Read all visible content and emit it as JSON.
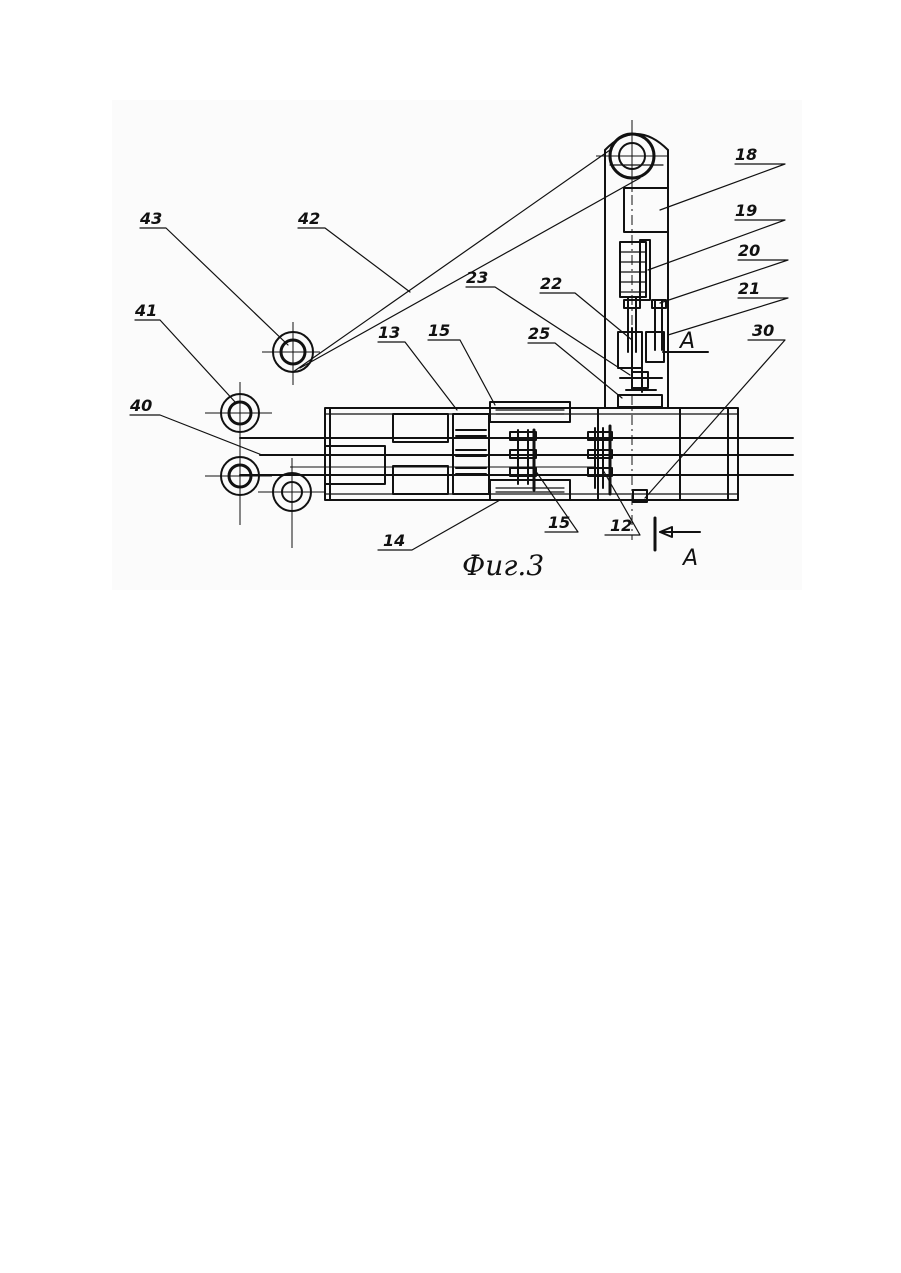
{
  "figure": {
    "caption": "Фиг.3",
    "section_marker": "А",
    "labels": {
      "l12": "12",
      "l13": "13",
      "l14": "14",
      "l15a": "15",
      "l15b": "15",
      "l18": "18",
      "l19": "19",
      "l20": "20",
      "l21": "21",
      "l22": "22",
      "l23": "23",
      "l25": "25",
      "l30": "30",
      "l40": "40",
      "l41": "41",
      "l42": "42",
      "l43": "43"
    }
  }
}
